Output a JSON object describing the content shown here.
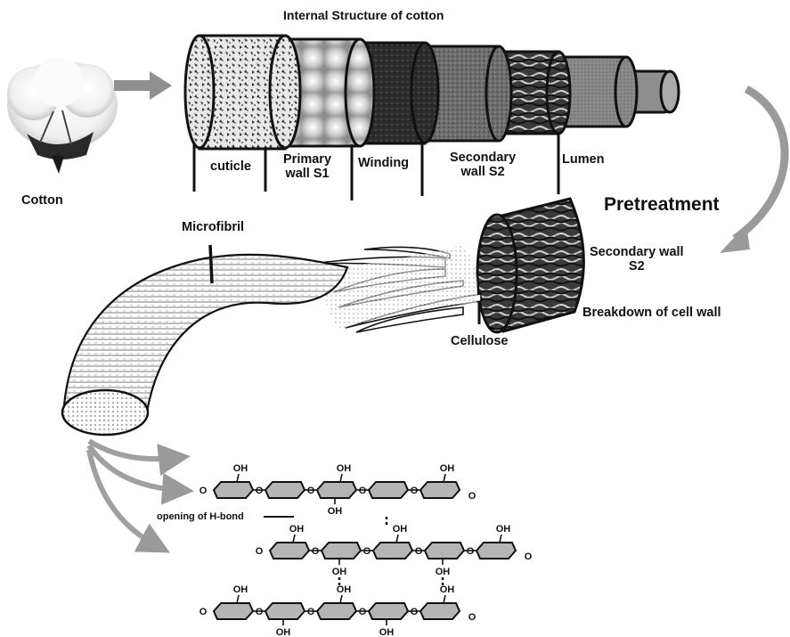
{
  "title": "Internal Structure of cotton",
  "cotton_label": "Cotton",
  "layers": [
    "cuticle",
    "Primary\nwall S1",
    "Winding",
    "Secondary\nwall S2",
    "Lumen"
  ],
  "pretreatment": "Pretreatment",
  "microfibril": "Microfibril",
  "secondary_wall": "Secondary wall\nS2",
  "breakdown": "Breakdown of cell wall",
  "cellulose": "Cellulose",
  "hbond": "opening of H-bond",
  "chem": {
    "oh": "OH",
    "o": "O"
  },
  "colors": {
    "ring_fill": "#b5b5b5",
    "arrow": "#9a9a9a",
    "ink": "#111111"
  }
}
